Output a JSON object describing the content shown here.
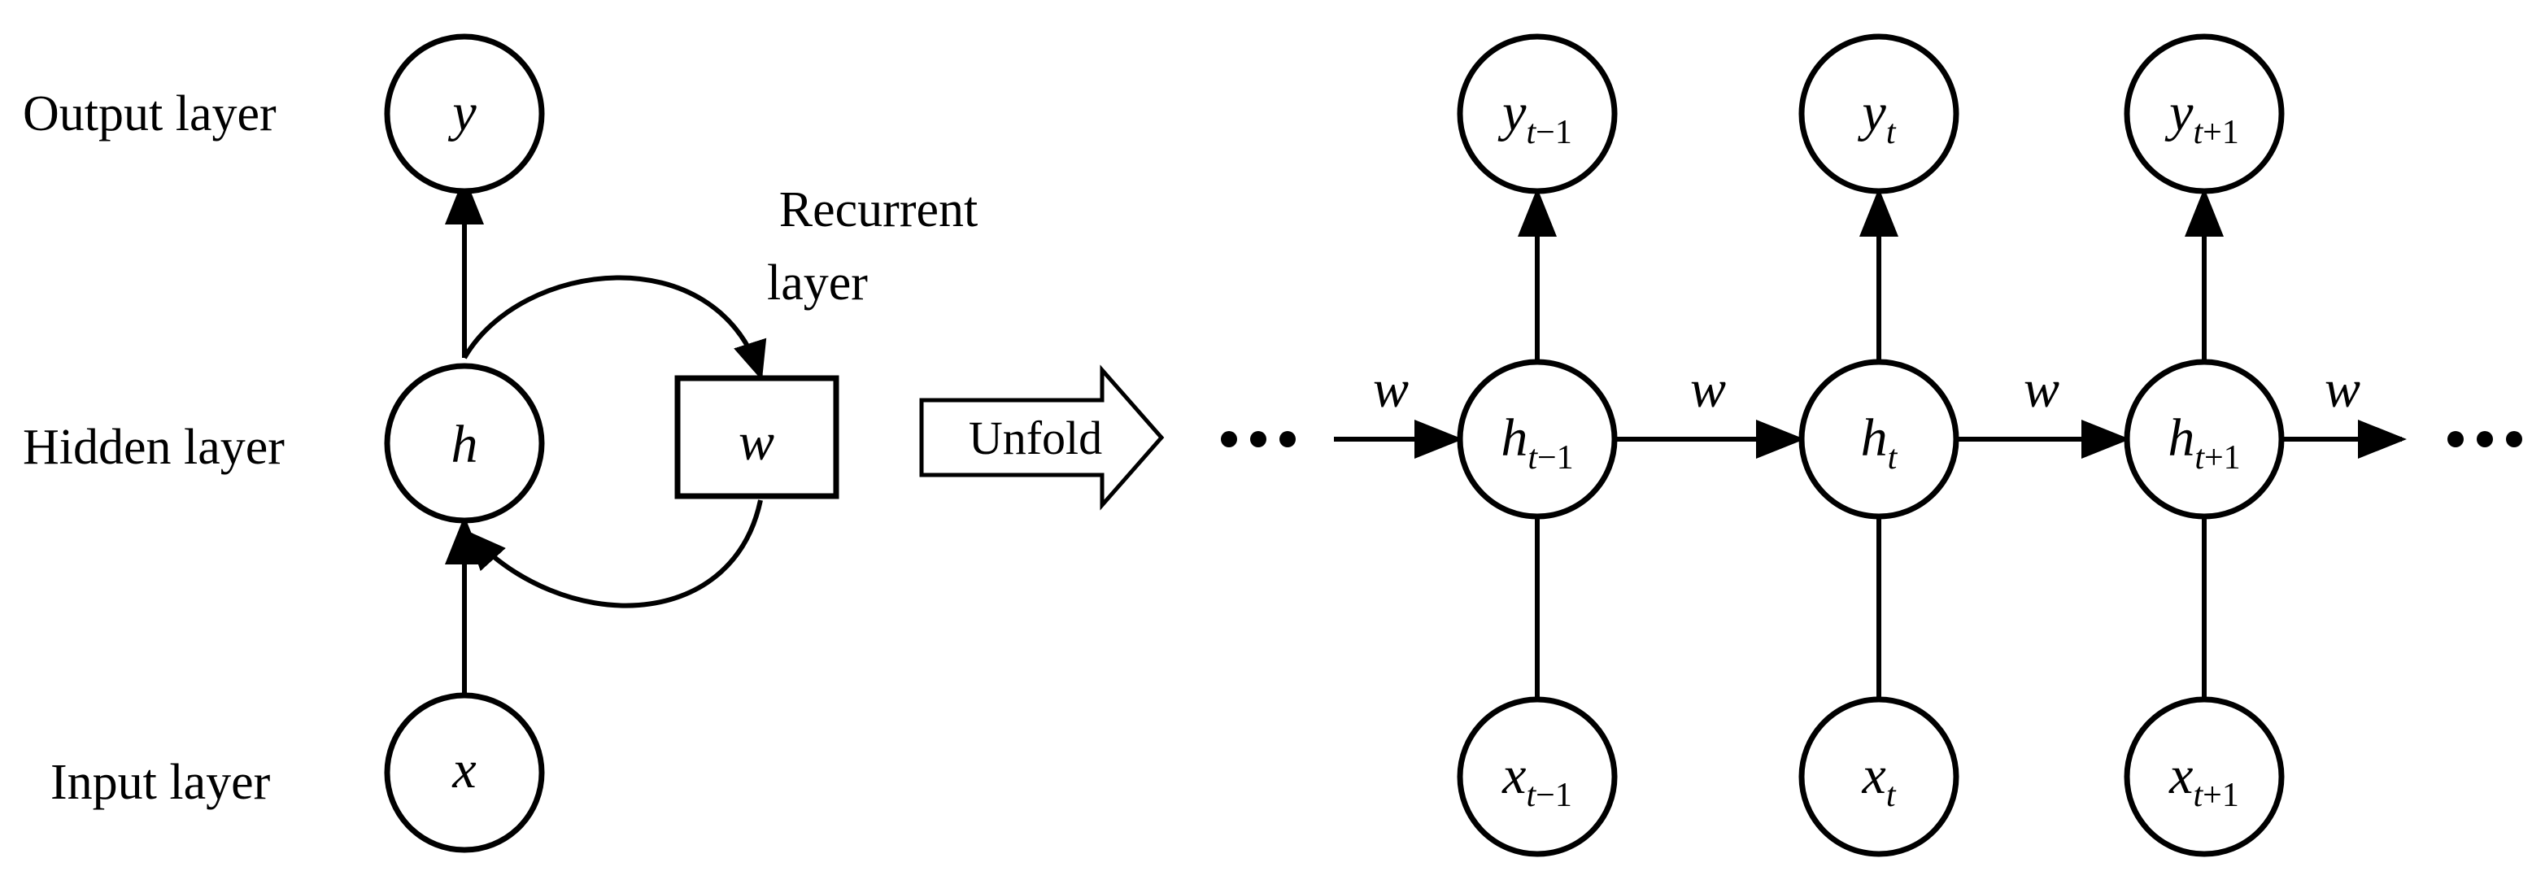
{
  "layer_labels": {
    "output": "Output layer",
    "hidden": "Hidden layer",
    "input": "Input layer"
  },
  "recurrent_label": [
    "Recurrent",
    "layer"
  ],
  "folded": {
    "output_node": "y",
    "hidden_node": "h",
    "input_node": "x",
    "weight_box": "w"
  },
  "unfold_arrow_label": "Unfold",
  "weight_label": "w",
  "ellipsis": "• • •",
  "unfolded_steps": [
    {
      "output": {
        "base": "y",
        "t": "t",
        "op": "−",
        "n": "1"
      },
      "hidden": {
        "base": "h",
        "t": "t",
        "op": "−",
        "n": "1"
      },
      "input": {
        "base": "x",
        "t": "t",
        "op": "−",
        "n": "1"
      }
    },
    {
      "output": {
        "base": "y",
        "t": "t",
        "op": "",
        "n": ""
      },
      "hidden": {
        "base": "h",
        "t": "t",
        "op": "",
        "n": ""
      },
      "input": {
        "base": "x",
        "t": "t",
        "op": "",
        "n": ""
      }
    },
    {
      "output": {
        "base": "y",
        "t": "t",
        "op": "+",
        "n": "1"
      },
      "hidden": {
        "base": "h",
        "t": "t",
        "op": "+",
        "n": "1"
      },
      "input": {
        "base": "x",
        "t": "t",
        "op": "+",
        "n": "1"
      }
    }
  ]
}
